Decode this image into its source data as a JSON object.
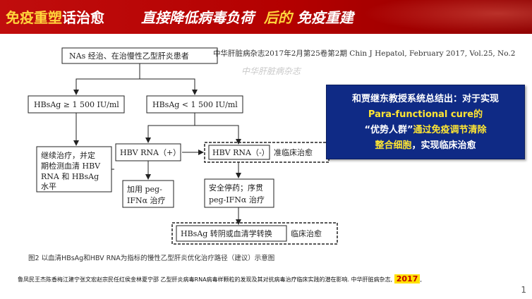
{
  "header": {
    "left_highlight": "免疫重塑",
    "left_rest": "话治愈",
    "right_part1": "直接降低病毒负荷",
    "right_highlight": "后的",
    "right_part2": "免疫重建"
  },
  "figure": {
    "journal_line": "中华肝脏病杂志2017年2月第25卷第2期  Chin J Hepatol, February 2017, Vol.25, No.2",
    "seal_text": "中华肝脏病杂志",
    "nodes": {
      "start": "NAs 经治、在治慢性乙型肝炎患者",
      "hbsag_high": "HBsAg ≥ 1 500 IU/ml",
      "hbsag_low": "HBsAg < 1 500 IU/ml",
      "continue_line1": "继续治疗，并定",
      "continue_line2": "期检测血清 HBV",
      "continue_line3": "RNA 和 HBsAg",
      "continue_line4": "水平",
      "rna_pos": "HBV RNA（+）",
      "rna_neg": "HBV RNA（-）",
      "quasi_cure": "准临床治愈",
      "add_peg_line1": "加用 peg-",
      "add_peg_line2": "IFNα 治疗",
      "stop_drug_line1": "安全停药；序贯",
      "stop_drug_line2": "peg-IFNα 治疗",
      "seroconversion": "HBsAg 转阴或血清学转换",
      "clinical_cure": "临床治愈"
    },
    "caption": "图2 以血清HBsAg和HBV RNA为指标的慢性乙型肝炎优化治疗路径（建议）示意图"
  },
  "callout": {
    "line1": "和贾继东教授系统总结出：对于实现",
    "line2": "Para-functional cure的",
    "line3_white": "“优势人群”",
    "line3_yellow": "通过免疫调节清除",
    "line4_yellow": "整合细胞",
    "line4_white": "，实现临床治愈"
  },
  "citation": {
    "text": "鲁凤民王杰陈香梅江建宁张文宏赵宗民任红侯金林夏宁邵 乙型肝炎病毒RNA病毒样颗粒的发现及其对抗病毒治疗临床实践的潜在影响. 中华肝脏病杂志,",
    "year": "2017",
    "tail": ","
  },
  "page_number": "1",
  "colors": {
    "header_red": "#c00d0d",
    "header_yellow": "#ffd43b",
    "callout_blue": "#0f2a85",
    "callout_yellow": "#ffe633"
  }
}
